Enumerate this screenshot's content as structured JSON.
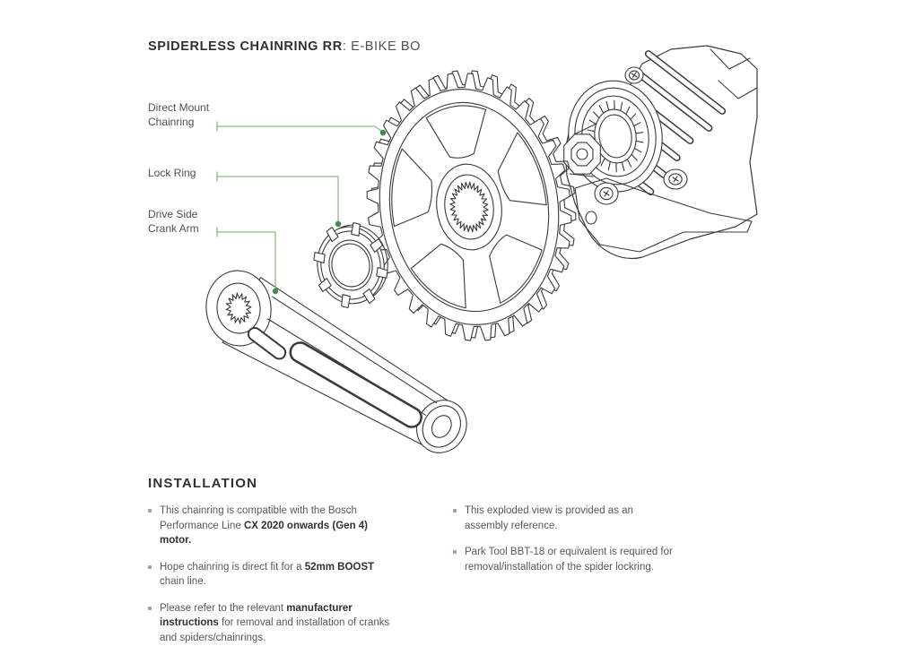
{
  "title": {
    "bold": "SPIDERLESS CHAINRING RR",
    "rest": ": E-BIKE BO"
  },
  "theme": {
    "ink_strong": "#2f3235",
    "ink_mid": "#4d5053",
    "text": "#55585b",
    "line_art": "#3a3a3c",
    "leader": "#8cbc84",
    "leader_dot": "#3e8e41",
    "bullet": "#8fae85"
  },
  "diagram": {
    "drawings": [
      "motor",
      "direct-mount-chainring",
      "lock-ring",
      "drive-side-crank-arm"
    ],
    "labels": [
      {
        "id": "direct-mount-chainring",
        "lines": [
          "Direct Mount",
          "Chainring"
        ]
      },
      {
        "id": "lock-ring",
        "lines": [
          "Lock Ring"
        ]
      },
      {
        "id": "drive-side-crank-arm",
        "lines": [
          "Drive Side",
          "Crank Arm"
        ]
      }
    ]
  },
  "installation": {
    "heading": "INSTALLATION",
    "columns": [
      {
        "bullets": [
          {
            "segments": [
              {
                "text": "This chainring is compatible with the Bosch Performance Line ",
                "bold": false
              },
              {
                "text": "CX 2020 onwards (Gen 4) motor.",
                "bold": true
              }
            ]
          },
          {
            "segments": [
              {
                "text": "Hope chainring is direct fit for a ",
                "bold": false
              },
              {
                "text": "52mm BOOST",
                "bold": true
              },
              {
                "text": " chain line.",
                "bold": false
              }
            ]
          },
          {
            "segments": [
              {
                "text": "Please refer to the relevant ",
                "bold": false
              },
              {
                "text": "manufacturer instructions",
                "bold": true
              },
              {
                "text": " for removal and installation of cranks and spiders/chainrings.",
                "bold": false
              }
            ]
          }
        ]
      },
      {
        "bullets": [
          {
            "segments": [
              {
                "text": "This exploded view is provided as an assembly reference.",
                "bold": false
              }
            ]
          },
          {
            "segments": [
              {
                "text": "Park Tool BBT-18 or equivalent is required for removal/installation of the spider lockring.",
                "bold": false
              }
            ]
          }
        ]
      }
    ]
  }
}
